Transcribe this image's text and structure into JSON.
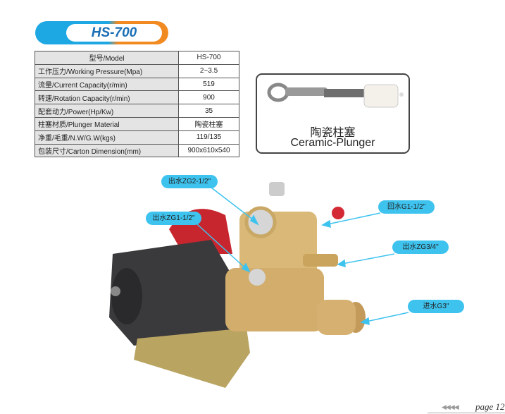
{
  "header": {
    "model_title": "HS-700"
  },
  "spec_table": [
    {
      "label": "型号/Model",
      "value": "HS-700"
    },
    {
      "label": "工作压力/Working Pressure(Mpa)",
      "value": "2~3.5"
    },
    {
      "label": "流量/Current Capacity(r/min)",
      "value": "519"
    },
    {
      "label": "转速/Rotation Capacity(r/min)",
      "value": "900"
    },
    {
      "label": "配套动力/Power(Hp/Kw)",
      "value": "35"
    },
    {
      "label": "柱塞材质/Plunger Material",
      "value": "陶瓷柱塞"
    },
    {
      "label": "净重/毛重/N.W/G.W(kgs)",
      "value": "119/135"
    },
    {
      "label": "包装尺寸/Carton Dimension(mm)",
      "value": "900x610x540"
    }
  ],
  "plunger_box": {
    "label_cn": "陶瓷柱塞",
    "label_en": "Ceramic-Plunger"
  },
  "callouts": {
    "outlet_zg2": "出水ZG2-1/2\"",
    "outlet_zg1": "出水ZG1-1/2\"",
    "return": "回水G1-1/2\"",
    "outlet_zg34": "出水ZG3/4\"",
    "inlet": "进水G3\""
  },
  "footer": {
    "arrows": "◀◀◀◀",
    "page": "page 12"
  },
  "colors": {
    "blue": "#1da7e3",
    "orange": "#f28a22",
    "callout": "#3ec3ef",
    "title": "#1a6fb5"
  }
}
